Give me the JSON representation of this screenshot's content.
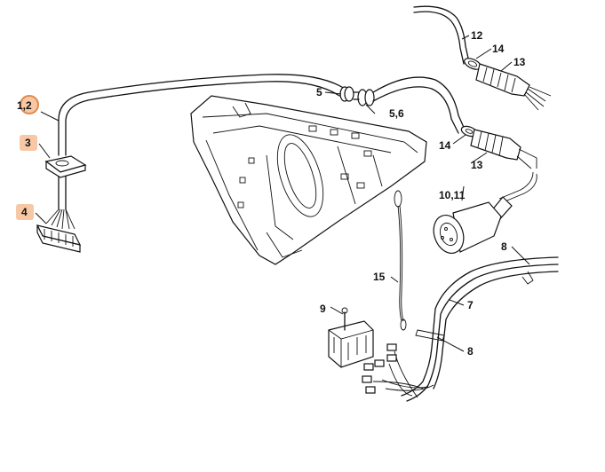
{
  "callouts": [
    {
      "id": "c-1-2",
      "text": "1,2",
      "highlighted": true
    },
    {
      "id": "c-3",
      "text": "3",
      "highlighted": true
    },
    {
      "id": "c-4",
      "text": "4",
      "highlighted": true
    },
    {
      "id": "c-5",
      "text": "5",
      "highlighted": false
    },
    {
      "id": "c-5-6",
      "text": "5,6",
      "highlighted": false
    },
    {
      "id": "c-12",
      "text": "12",
      "highlighted": false
    },
    {
      "id": "c-14-top",
      "text": "14",
      "highlighted": false
    },
    {
      "id": "c-13-top",
      "text": "13",
      "highlighted": false
    },
    {
      "id": "c-14-mid",
      "text": "14",
      "highlighted": false
    },
    {
      "id": "c-13-mid",
      "text": "13",
      "highlighted": false
    },
    {
      "id": "c-10-11",
      "text": "10,11",
      "highlighted": false
    },
    {
      "id": "c-8-top",
      "text": "8",
      "highlighted": false
    },
    {
      "id": "c-7",
      "text": "7",
      "highlighted": false
    },
    {
      "id": "c-15",
      "text": "15",
      "highlighted": false
    },
    {
      "id": "c-9",
      "text": "9",
      "highlighted": false
    },
    {
      "id": "c-8-bottom",
      "text": "8",
      "highlighted": false
    }
  ],
  "colors": {
    "highlight_fill": "#f7c8a6",
    "highlight_stroke": "#e08a4a",
    "line": "#111111",
    "background": "#ffffff"
  }
}
